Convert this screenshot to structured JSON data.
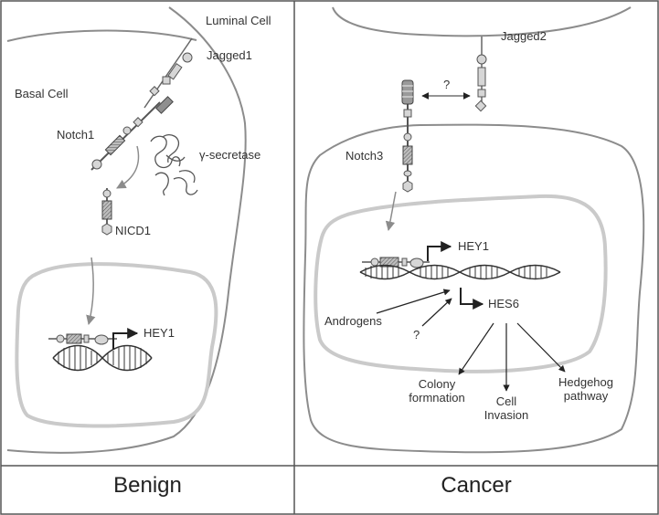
{
  "panels": {
    "benign": {
      "caption": "Benign",
      "labels": {
        "luminal_cell": "Luminal Cell",
        "jagged1": "Jagged1",
        "basal_cell": "Basal Cell",
        "notch1": "Notch1",
        "gamma_secretase": "γ-secretase",
        "nicd1": "NICD1",
        "hey1": "HEY1"
      }
    },
    "cancer": {
      "caption": "Cancer",
      "labels": {
        "jagged2": "Jagged2",
        "question_top": "?",
        "notch3": "Notch3",
        "hey1": "HEY1",
        "androgens": "Androgens",
        "question_mid": "?",
        "hes6": "HES6",
        "colony_formation_1": "Colony",
        "colony_formation_2": "formnation",
        "cell_invasion_1": "Cell",
        "cell_invasion_2": "Invasion",
        "hedgehog_1": "Hedgehog",
        "hedgehog_2": "pathway"
      }
    }
  },
  "colors": {
    "cell_outline": "#8c8c8c",
    "nucleus_outline": "#c8c8c8",
    "frame": "#555555",
    "arrow_gray": "#8c8c8c",
    "arrow_black": "#222222",
    "receptor_fill": "#d6d6d6",
    "receptor_dark": "#7a7a7a"
  }
}
